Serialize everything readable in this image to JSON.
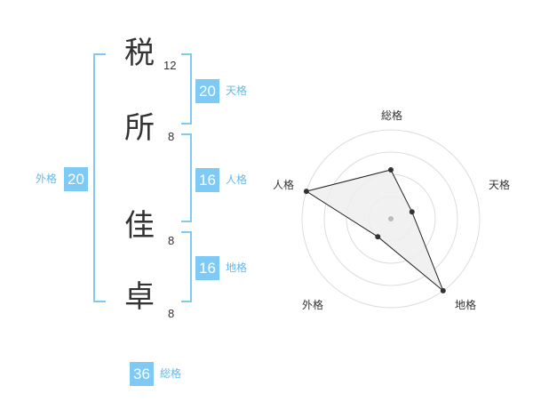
{
  "name": {
    "chars": [
      {
        "char": "税",
        "strokes": "12"
      },
      {
        "char": "所",
        "strokes": "8"
      },
      {
        "char": "佳",
        "strokes": "8"
      },
      {
        "char": "卓",
        "strokes": "8"
      }
    ]
  },
  "fortunes": {
    "tenkaku": {
      "value": "20",
      "label": "天格"
    },
    "jinkaku": {
      "value": "16",
      "label": "人格"
    },
    "chikaku": {
      "value": "16",
      "label": "地格"
    },
    "gaikaku": {
      "value": "20",
      "label": "外格"
    },
    "soukaku": {
      "value": "36",
      "label": "総格"
    }
  },
  "radar": {
    "labels": {
      "top": "総格",
      "upper_right": "天格",
      "lower_right": "地格",
      "lower_left": "外格",
      "upper_left": "人格"
    },
    "levels": 4,
    "scores": [
      0.55,
      0.25,
      1.0,
      0.25,
      1.0
    ],
    "colors": {
      "grid": "#dddddd",
      "fill": "#eeeeee",
      "line": "#222222",
      "point": "#333333",
      "center": "#bbbbbb"
    }
  }
}
